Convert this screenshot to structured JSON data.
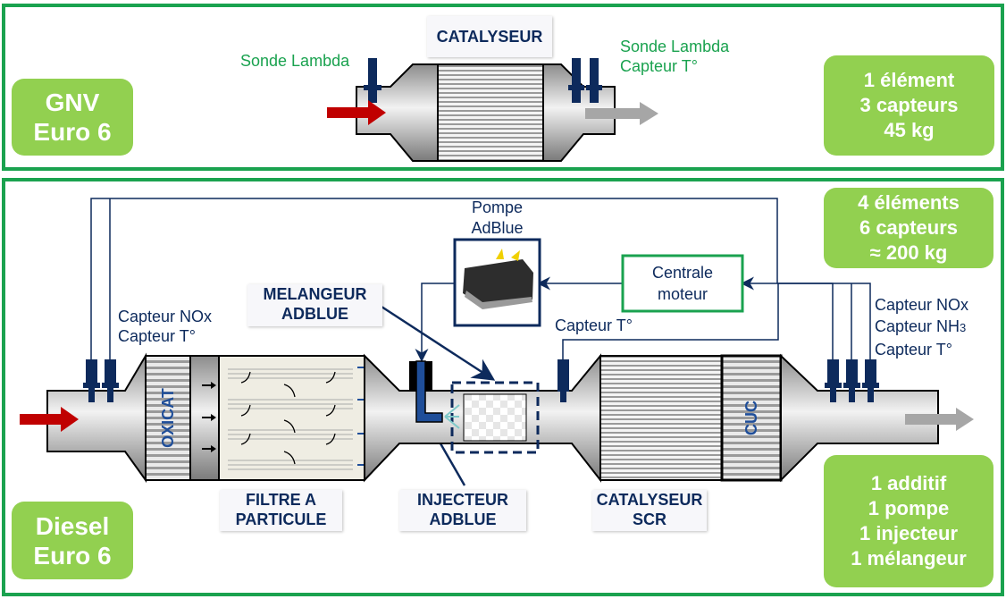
{
  "gnv": {
    "badge": [
      "GNV",
      "Euro 6"
    ],
    "catalyst_label": "CATALYSEUR",
    "sensor_left": "Sonde Lambda",
    "sensor_right": [
      "Sonde Lambda",
      "Capteur T°"
    ],
    "summary": [
      "1 élément",
      "3 capteurs",
      "45 kg"
    ]
  },
  "diesel": {
    "badge": [
      "Diesel",
      "Euro 6"
    ],
    "summary_top": [
      "4 éléments",
      "6 capteurs",
      "≈ 200 kg"
    ],
    "summary_bottom": [
      "1 additif",
      "1 pompe",
      "1 injecteur",
      "1 mélangeur"
    ],
    "sensors_left": [
      "Capteur NOx",
      "Capteur T°"
    ],
    "sensor_mid": "Capteur T°",
    "sensors_right": [
      "Capteur NOx",
      "Capteur NH3",
      "Capteur T°"
    ],
    "pump_label": [
      "Pompe",
      "AdBlue"
    ],
    "ecu_label": [
      "Centrale",
      "moteur"
    ],
    "oxicat_label": "OXICAT",
    "cuc_label": "CUC",
    "tags": {
      "mixer": [
        "MELANGEUR",
        "ADBLUE"
      ],
      "dpf": [
        "FILTRE A",
        "PARTICULE"
      ],
      "injector": [
        "INJECTEUR",
        "ADBLUE"
      ],
      "scr": [
        "CATALYSEUR",
        "SCR"
      ]
    }
  },
  "colors": {
    "frame_green": "#1aa24f",
    "badge_green": "#92d050",
    "navy": "#0d2a5c",
    "inlet_arrow": "#c00000",
    "outlet_arrow": "#a6a6a6"
  }
}
